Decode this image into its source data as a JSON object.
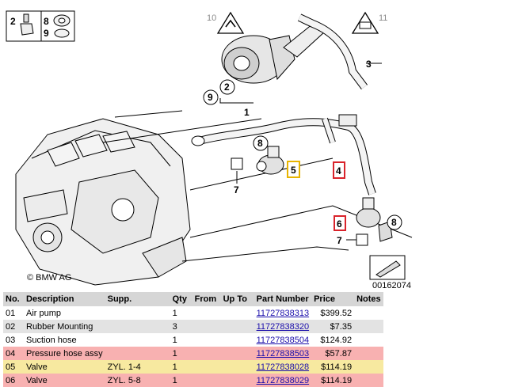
{
  "diagram": {
    "header_icons": {
      "left_num_a": "2",
      "right_num_a": "8",
      "right_num_b": "9"
    },
    "callouts": [
      "1",
      "2",
      "3",
      "4",
      "5",
      "6",
      "7",
      "7",
      "8",
      "8",
      "9"
    ],
    "warn_labels": [
      "10",
      "11"
    ],
    "copyright": "© BMW AG",
    "diagram_id": "00162074",
    "highlight_colors": {
      "red": "#d9232b",
      "yellow": "#e8b400"
    }
  },
  "table": {
    "headers": [
      "No.",
      "Description",
      "Supp.",
      "Qty",
      "From",
      "Up To",
      "Part Number",
      "Price",
      "Notes"
    ],
    "rows": [
      {
        "no": "01",
        "desc": "Air pump",
        "supp": "",
        "qty": "1",
        "from": "",
        "upto": "",
        "part": "11727838313",
        "price": "$399.52",
        "notes": "",
        "highlight": ""
      },
      {
        "no": "02",
        "desc": "Rubber Mounting",
        "supp": "",
        "qty": "3",
        "from": "",
        "upto": "",
        "part": "11727838320",
        "price": "$7.35",
        "notes": "",
        "highlight": ""
      },
      {
        "no": "03",
        "desc": "Suction hose",
        "supp": "",
        "qty": "1",
        "from": "",
        "upto": "",
        "part": "11727838504",
        "price": "$124.92",
        "notes": "",
        "highlight": ""
      },
      {
        "no": "04",
        "desc": "Pressure hose assy",
        "supp": "",
        "qty": "1",
        "from": "",
        "upto": "",
        "part": "11727838503",
        "price": "$57.87",
        "notes": "",
        "highlight": "red"
      },
      {
        "no": "05",
        "desc": "Valve",
        "supp": "ZYL. 1-4",
        "qty": "1",
        "from": "",
        "upto": "",
        "part": "11727838028",
        "price": "$114.19",
        "notes": "",
        "highlight": "yellow"
      },
      {
        "no": "06",
        "desc": "Valve",
        "supp": "ZYL. 5-8",
        "qty": "1",
        "from": "",
        "upto": "",
        "part": "11727838029",
        "price": "$114.19",
        "notes": "",
        "highlight": "red"
      }
    ]
  }
}
